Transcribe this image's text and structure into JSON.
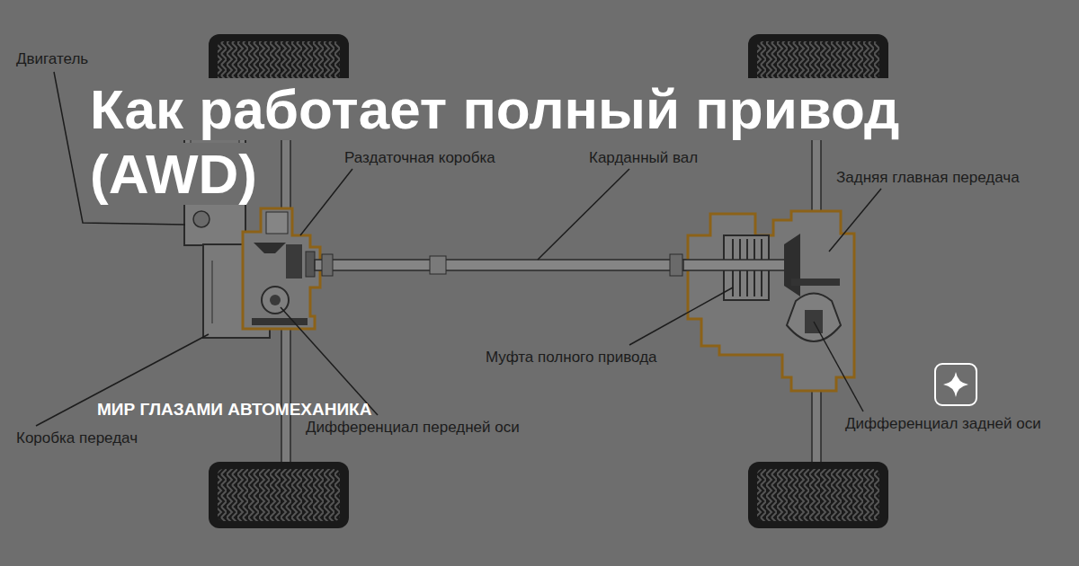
{
  "diagram": {
    "title": "Как работает полный привод (AWD)",
    "labels": [
      "Двигатель",
      "Раздаточная коробка",
      "Карданный вал",
      "Задняя главная передача",
      "Муфта полного привода",
      "Коробка передач",
      "Дифференциал передней оси",
      "Дифференциал задней оси",
      "МИР ГЛАЗАМИ АВТОМЕХАНИКА"
    ]
  }
}
